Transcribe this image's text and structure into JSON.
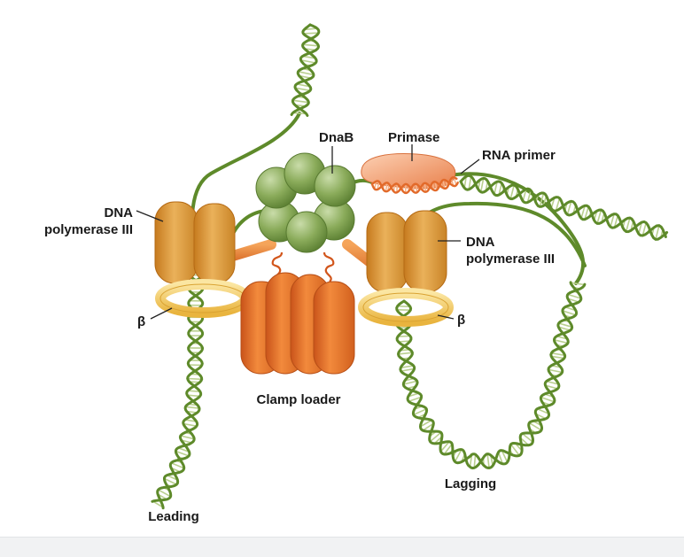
{
  "labels": {
    "dnab": "DnaB",
    "primase": "Primase",
    "rna_primer": "RNA primer",
    "pol_left_line1": "DNA",
    "pol_left_line2": "polymerase III",
    "pol_right_line1": "DNA",
    "pol_right_line2": "polymerase III",
    "beta_left": "β",
    "beta_right": "β",
    "clamp_loader": "Clamp loader",
    "lagging": "Lagging",
    "leading": "Leading"
  },
  "colors": {
    "dna_strand": "#5e8a2a",
    "dna_rung": "#b9cf8e",
    "helicase_green": "#7ea04d",
    "polymerase_orange": "#d9922c",
    "beta_clamp_yellow": "#f5cd63",
    "clamp_loader_orange": "#e8702a",
    "primase_salmon": "#f19866",
    "background": "#ffffff"
  }
}
